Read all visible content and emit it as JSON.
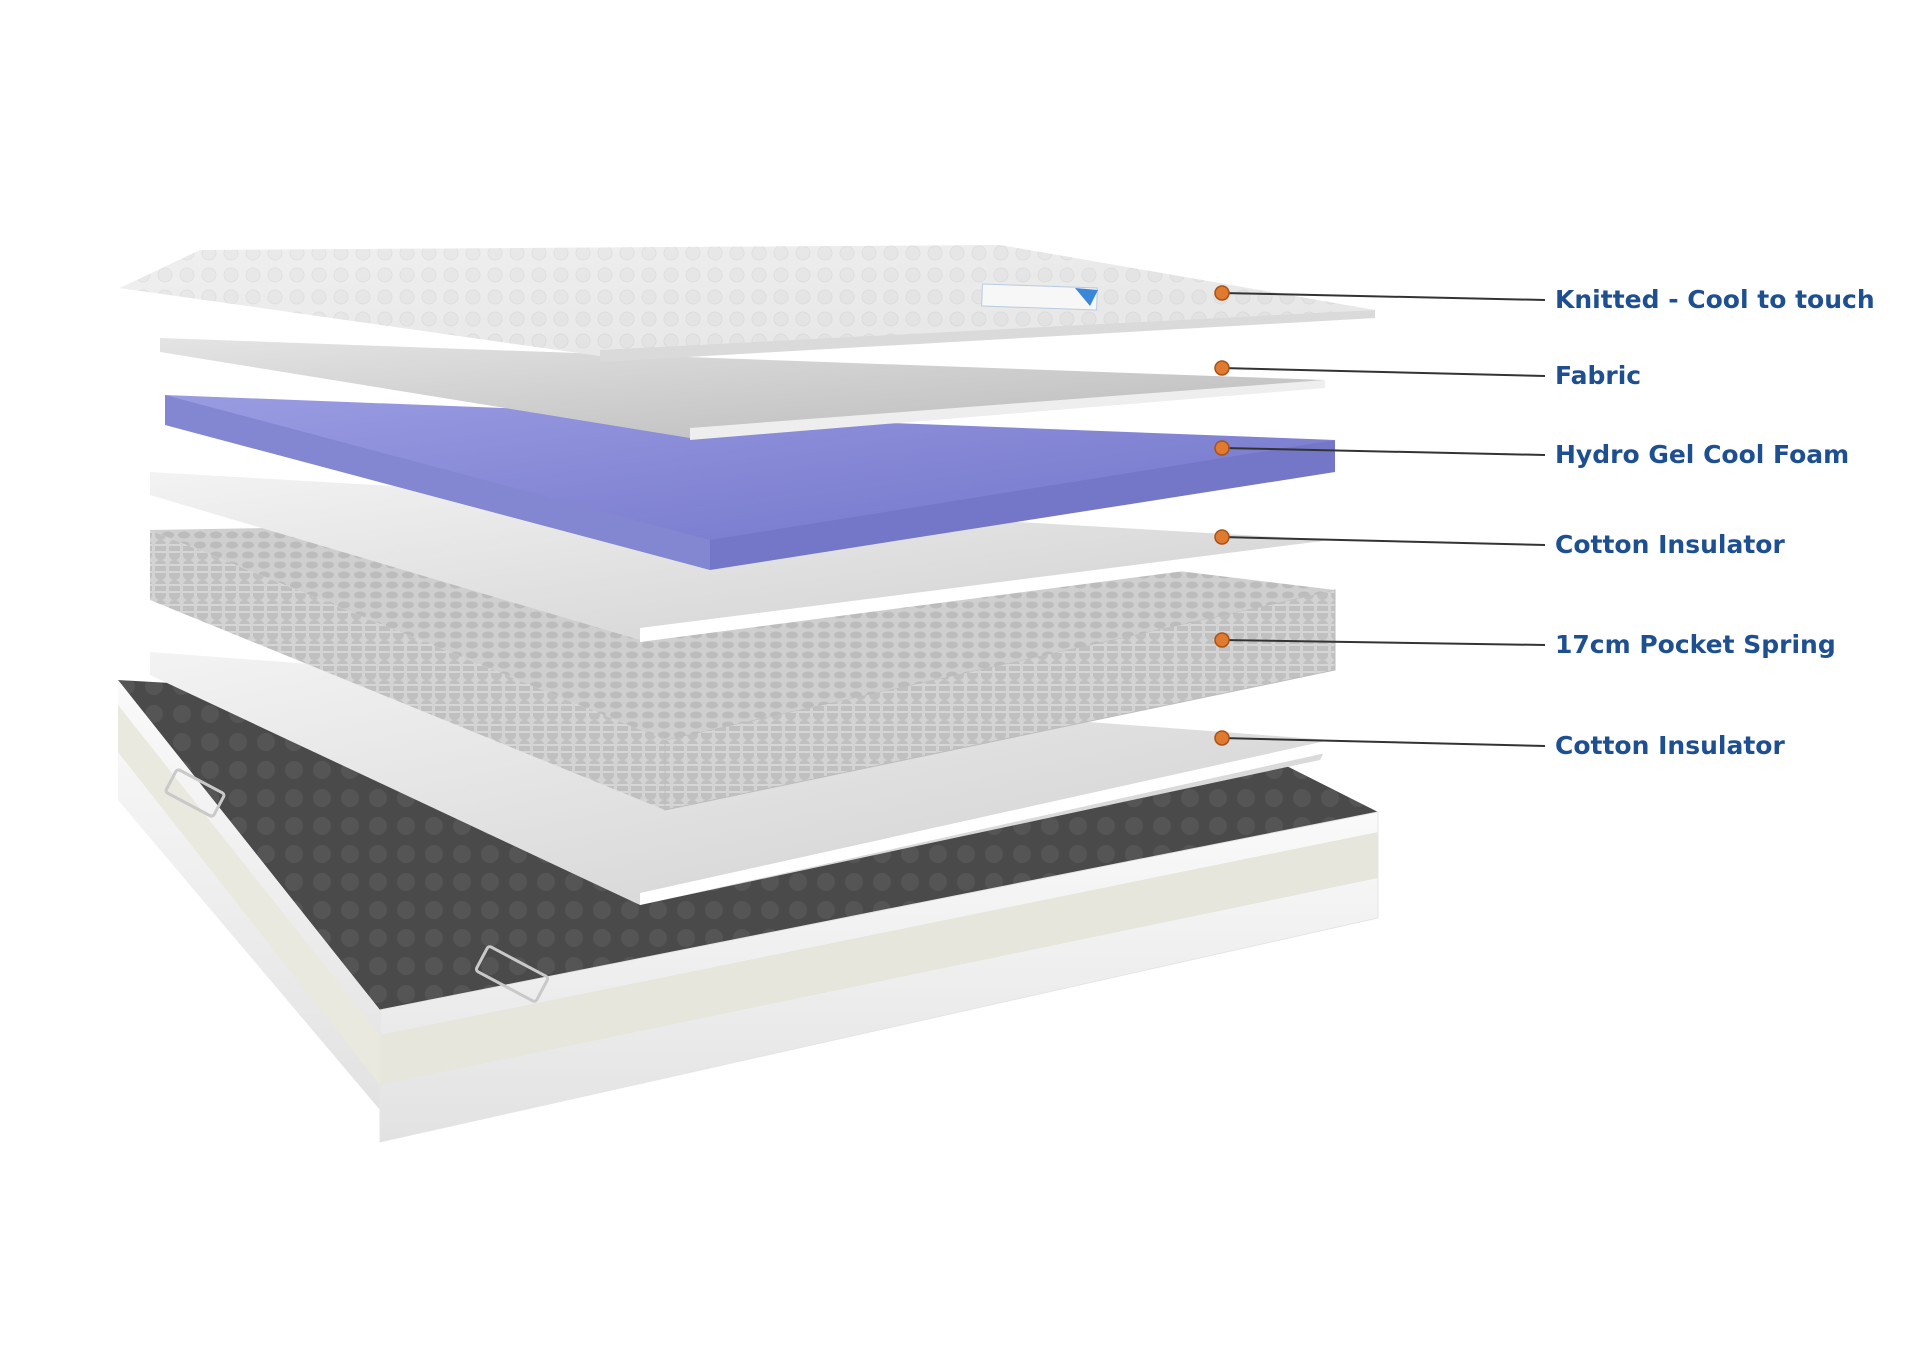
{
  "colors": {
    "label_text": "#1d4f91",
    "marker": "#e07a2e",
    "leader_line": "#333333",
    "foam": "#8c8ed8",
    "fabric": "#cfcfcf",
    "spring": "#c9c9c9",
    "base_side": "#f2f2f2",
    "base_top": "#4b4b4b"
  },
  "layers": [
    {
      "key": "knitted",
      "label": "Knitted - Cool to touch",
      "icon": "marker-dot-icon"
    },
    {
      "key": "fabric",
      "label": "Fabric",
      "icon": "marker-dot-icon"
    },
    {
      "key": "foam",
      "label": "Hydro Gel Cool Foam",
      "icon": "marker-dot-icon"
    },
    {
      "key": "cotton-top",
      "label": "Cotton Insulator",
      "icon": "marker-dot-icon"
    },
    {
      "key": "spring",
      "label": "17cm Pocket Spring",
      "icon": "marker-dot-icon"
    },
    {
      "key": "cotton-bottom",
      "label": "Cotton Insulator",
      "icon": "marker-dot-icon"
    }
  ]
}
